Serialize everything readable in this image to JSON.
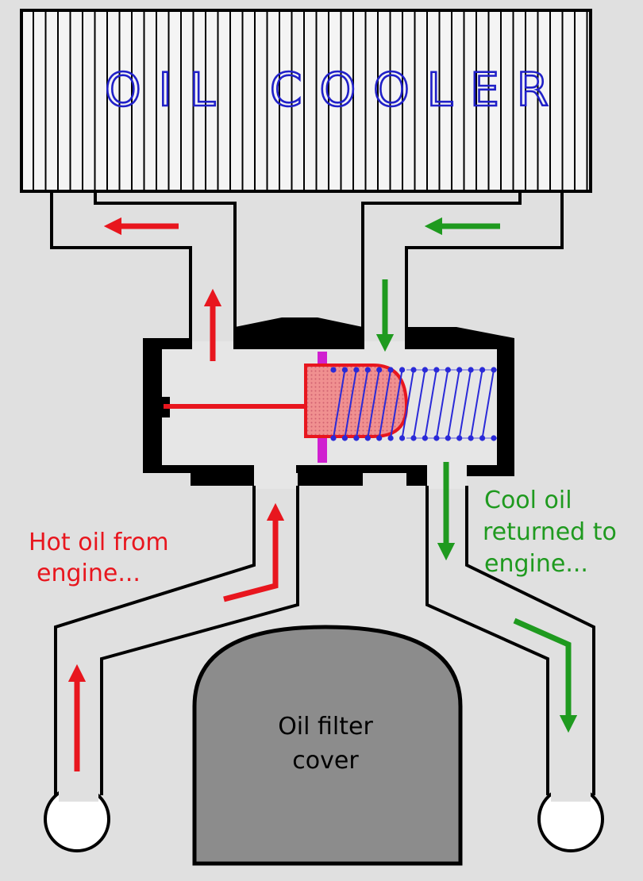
{
  "labels": {
    "cooler_left": "OIL",
    "cooler_right": "COOLER",
    "hot_line1": "Hot oil from",
    "hot_line2": "engine...",
    "cool_line1": "Cool oil",
    "cool_line2": "returned to",
    "cool_line3": "engine...",
    "filter_line1": "Oil filter",
    "filter_line2": "cover"
  },
  "colors": {
    "background": "#e0e0e0",
    "outline": "#000000",
    "hot": "#e8161e",
    "cool": "#1f9a1f",
    "spring": "#2a2ad8",
    "cooler_text": "#2020c8",
    "piston": "#f09090",
    "seal": "#d020d0",
    "filter": "#8c8c8c"
  }
}
